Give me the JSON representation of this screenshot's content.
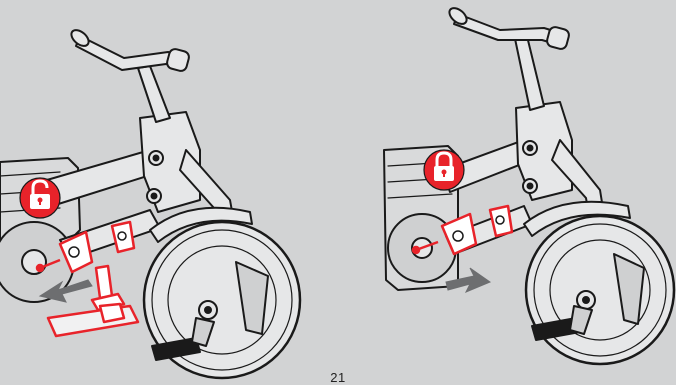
{
  "page": {
    "page_number": "21",
    "background_color": "#d2d3d4"
  },
  "panels": [
    {
      "state": "unlocked",
      "lock_icon": "unlocked-padlock-icon",
      "arrow": "arrow-left-icon"
    },
    {
      "state": "locked",
      "lock_icon": "locked-padlock-icon",
      "arrow": "arrow-right-icon"
    }
  ],
  "colors": {
    "highlight": "#e8232a",
    "arrow": "#6d6e70",
    "outline": "#1a1a1a",
    "frame_fill": "#e6e7e8"
  }
}
